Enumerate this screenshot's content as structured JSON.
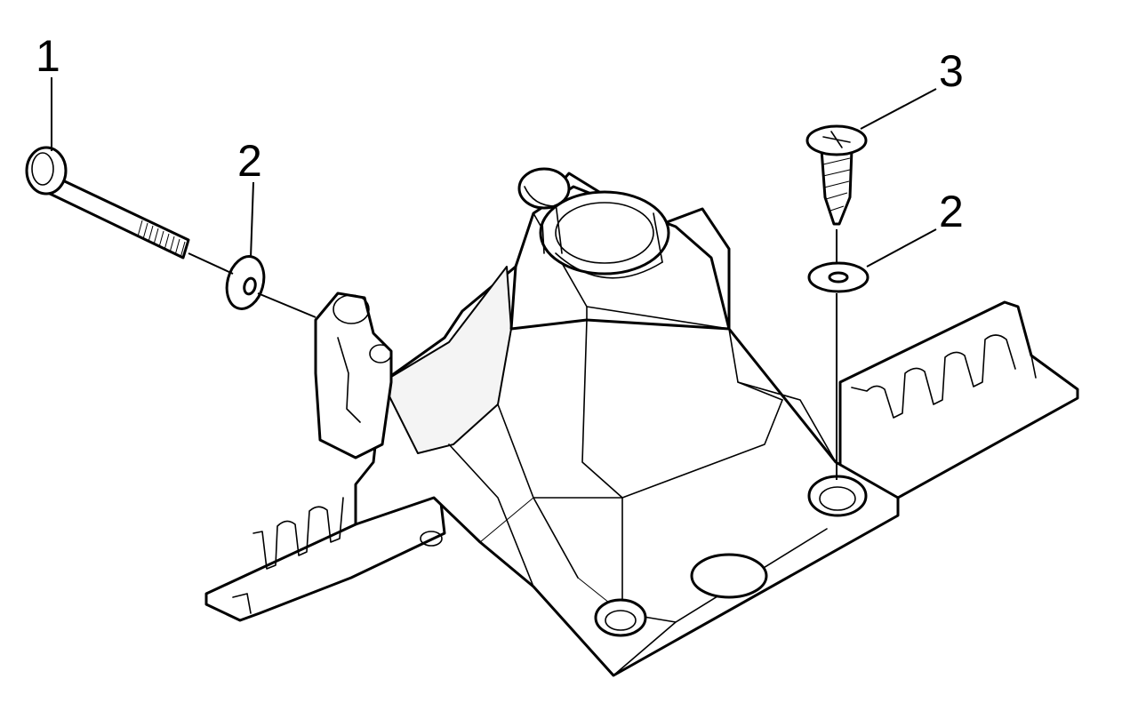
{
  "callouts": {
    "bolt": "1",
    "washer_left": "2",
    "screw": "3",
    "washer_right": "2"
  }
}
